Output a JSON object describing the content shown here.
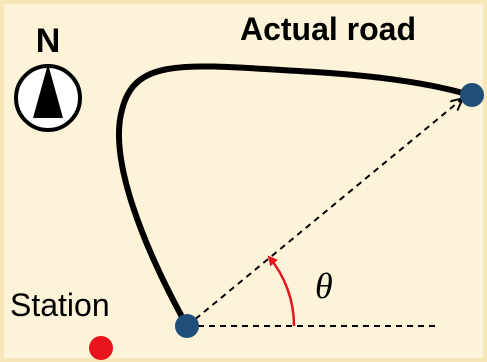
{
  "title": "Actual road",
  "compass": {
    "letter": "N",
    "icon": "north-arrow-icon"
  },
  "station": {
    "label": "Station",
    "marker_color": "#e8141e"
  },
  "angle": {
    "symbol": "θ",
    "arc_color": "#e8141e"
  },
  "colors": {
    "background": "#fdf3d8",
    "border": "#f6e6b8",
    "node": "#1f4e79",
    "road": "#000000"
  }
}
